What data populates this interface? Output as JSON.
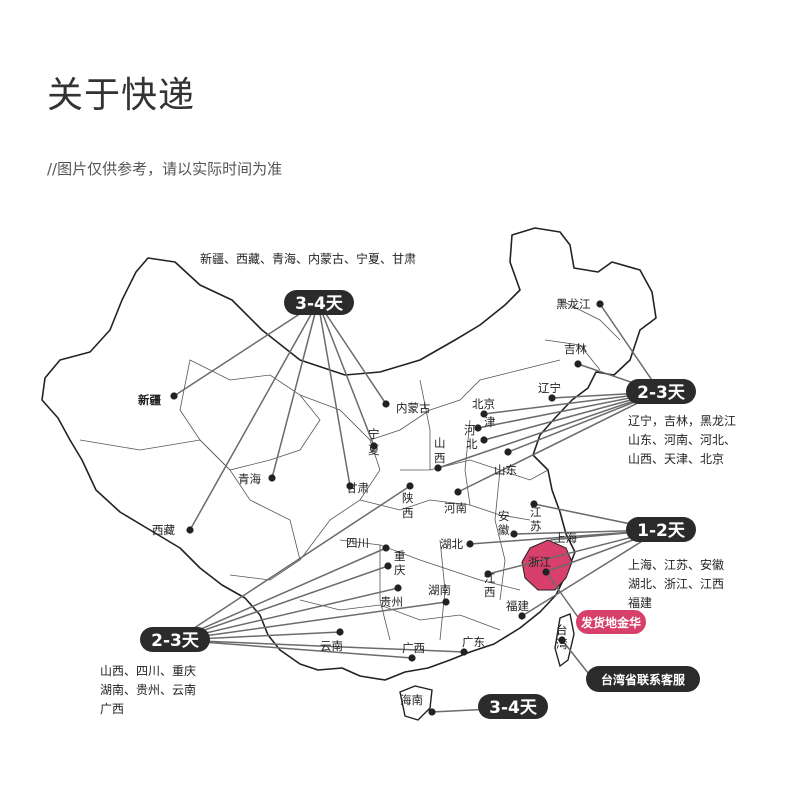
{
  "header": {
    "title": "关于快递",
    "subtitle": "//图片仅供参考，请以实际时间为准"
  },
  "colors": {
    "badge_bg": "#2b2b2b",
    "highlight": "#d6406a",
    "line": "#6b6b6b",
    "dot": "#222222"
  },
  "groups": {
    "west": {
      "badge": "3-4天",
      "regions_text": "新疆、西藏、青海、内蒙古、宁夏、甘肃"
    },
    "northeast": {
      "badge": "2-3天",
      "regions_lines": [
        "辽宁，吉林，黑龙江",
        "山东、河南、河北、",
        "山西、天津、北京"
      ]
    },
    "east": {
      "badge": "1-2天",
      "regions_lines": [
        "上海、江苏、安徽",
        "湖北、浙江、江西",
        "福建"
      ]
    },
    "southwest": {
      "badge": "2-3天",
      "regions_lines": [
        "山西、四川、重庆",
        "湖南、贵州、云南",
        "广西"
      ]
    },
    "south": {
      "badge": "3-4天"
    }
  },
  "callouts": {
    "origin": "发货地金华",
    "taiwan": "台湾省联系客服"
  },
  "map_labels": {
    "xinjiang": "新疆",
    "xizang": "西藏",
    "qinghai": "青海",
    "gansu": "甘肃",
    "ningxia_a": "宁",
    "ningxia_b": "夏",
    "neimenggu": "内蒙古",
    "heilongjiang": "黑龙江",
    "jilin": "吉林",
    "liaoning": "辽宁",
    "beijing": "北京",
    "tianjin": "津",
    "hebei_a": "河",
    "hebei_b": "北",
    "shanxi_a": "山",
    "shanxi_b": "西",
    "shandong": "山东",
    "henan": "河南",
    "shaanxi_a": "陕",
    "shaanxi_b": "西",
    "sichuan": "四川",
    "chongqing_a": "重",
    "chongqing_b": "庆",
    "hubei": "湖北",
    "anhui_a": "安",
    "anhui_b": "徽",
    "jiangsu_a": "江",
    "jiangsu_b": "苏",
    "shanghai": "上海",
    "zhejiang": "浙江",
    "jiangxi_a": "江",
    "jiangxi_b": "西",
    "hunan": "湖南",
    "guizhou": "贵州",
    "yunnan": "云南",
    "guangxi": "广西",
    "guangdong": "广东",
    "fujian": "福建",
    "hainan": "海南",
    "taiwan_a": "台",
    "taiwan_b": "湾"
  }
}
